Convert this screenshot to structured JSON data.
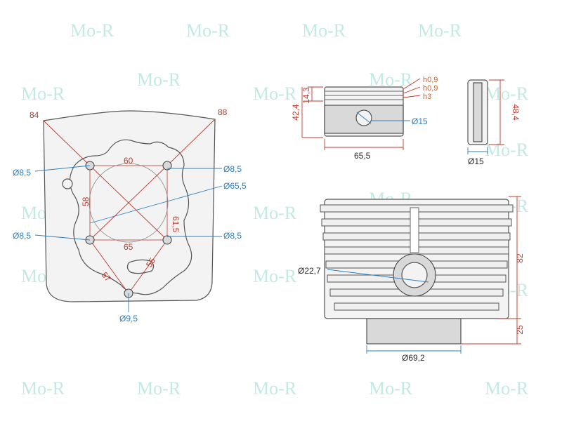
{
  "watermark": {
    "text": "Mo-R",
    "color": "#8fd9d0"
  },
  "colors": {
    "red": "#c0392b",
    "blue": "#2e7fc1",
    "dark": "#2a2a2a",
    "orange": "#c9622c"
  },
  "gasket": {
    "corner_left": "84",
    "corner_right": "88",
    "bolt_spacing_top": "60",
    "bolt_spacing_bottom": "65",
    "bolt_spacing_left": "58",
    "diagonal": "61,5",
    "lower_left": "57",
    "lower_right": "55",
    "hole_top_left": "Ø8,5",
    "hole_top_right": "Ø8,5",
    "hole_bottom_left": "Ø8,5",
    "hole_bottom_right": "Ø8,5",
    "bore": "Ø65,5",
    "hole_bottom": "Ø9,5"
  },
  "piston": {
    "ring1": "h0,9",
    "ring2": "h0,9",
    "ring3": "h3",
    "ring_zone": "14,3",
    "height": "42,4",
    "pin_bore": "Ø15",
    "diameter": "65,5"
  },
  "pin": {
    "length": "48,4",
    "diameter": "Ø15"
  },
  "cylinder": {
    "height": "82",
    "skirt": "25",
    "port": "Ø22,7",
    "skirt_diameter": "Ø69,2"
  }
}
